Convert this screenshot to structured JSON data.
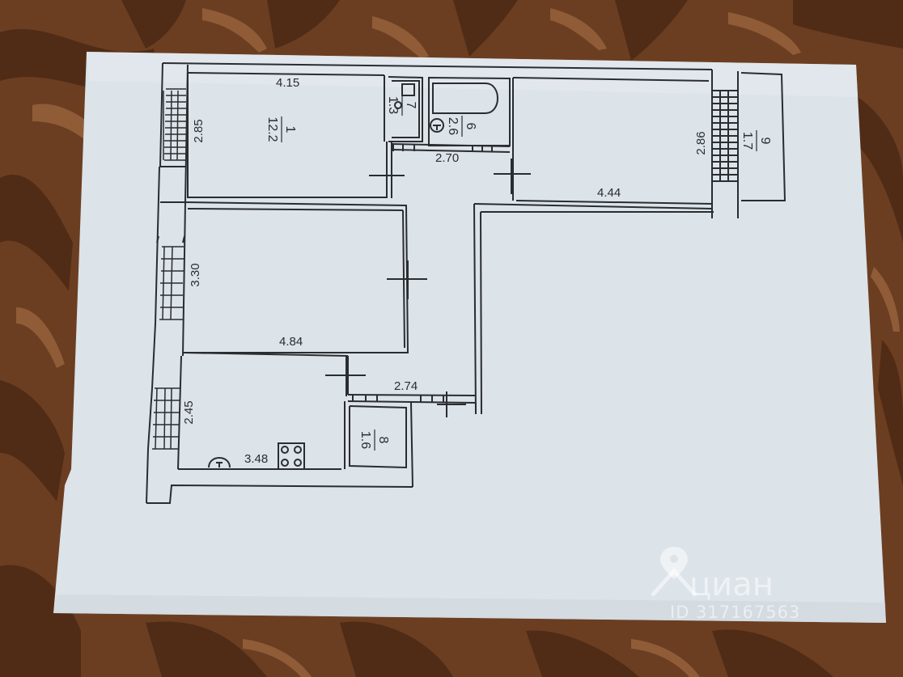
{
  "colors": {
    "fabric": "#6b3e22",
    "paper": "#dde4ea",
    "ink": "#2a2d30"
  },
  "dimensions": {
    "room1_top": "4.15",
    "room1_side": "2.85",
    "corridor_top": "2.70",
    "room_right_side": "2.86",
    "room_right_bottom": "4.44",
    "room_middle_side": "3.30",
    "room_middle_bottom": "4.84",
    "hall_bottom": "2.74",
    "kitchen_side": "2.45",
    "kitchen_bottom": "3.48"
  },
  "rooms": {
    "room1_num": "1",
    "room1_area": "12.2",
    "toilet_num": "7",
    "toilet_area": "1.3",
    "bath_num": "6",
    "bath_area": "2.6",
    "balcony_num": "9",
    "balcony_area": "1.7",
    "storage_num": "8",
    "storage_area": "1.6"
  },
  "watermark": {
    "brand": "циан",
    "id": "ID 317167563",
    "icon": "location-pin-icon"
  }
}
